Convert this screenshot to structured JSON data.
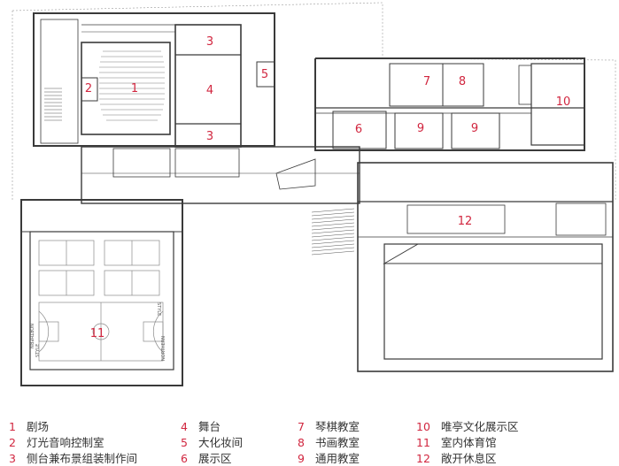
{
  "plan": {
    "room_numbers": [
      "1",
      "2",
      "3",
      "4",
      "5",
      "3",
      "6",
      "7",
      "8",
      "9",
      "9",
      "10",
      "11",
      "12"
    ],
    "court_marks": [
      "NORTHERN",
      "STYLE",
      "STYLE",
      "NORTHERN"
    ]
  },
  "legend": [
    {
      "num": "1",
      "label": "剧场"
    },
    {
      "num": "2",
      "label": "灯光音响控制室"
    },
    {
      "num": "3",
      "label": "侧台兼布景组装制作间"
    },
    {
      "num": "4",
      "label": "舞台"
    },
    {
      "num": "5",
      "label": "大化妆间"
    },
    {
      "num": "6",
      "label": "展示区"
    },
    {
      "num": "7",
      "label": "琴棋教室"
    },
    {
      "num": "8",
      "label": "书画教室"
    },
    {
      "num": "9",
      "label": "通用教室"
    },
    {
      "num": "10",
      "label": "唯亭文化展示区"
    },
    {
      "num": "11",
      "label": "室内体育馆"
    },
    {
      "num": "12",
      "label": "敞开休息区"
    }
  ],
  "colors": {
    "accent": "#d1263f",
    "line": "#3a3a3a",
    "light": "#9a9a9a"
  }
}
